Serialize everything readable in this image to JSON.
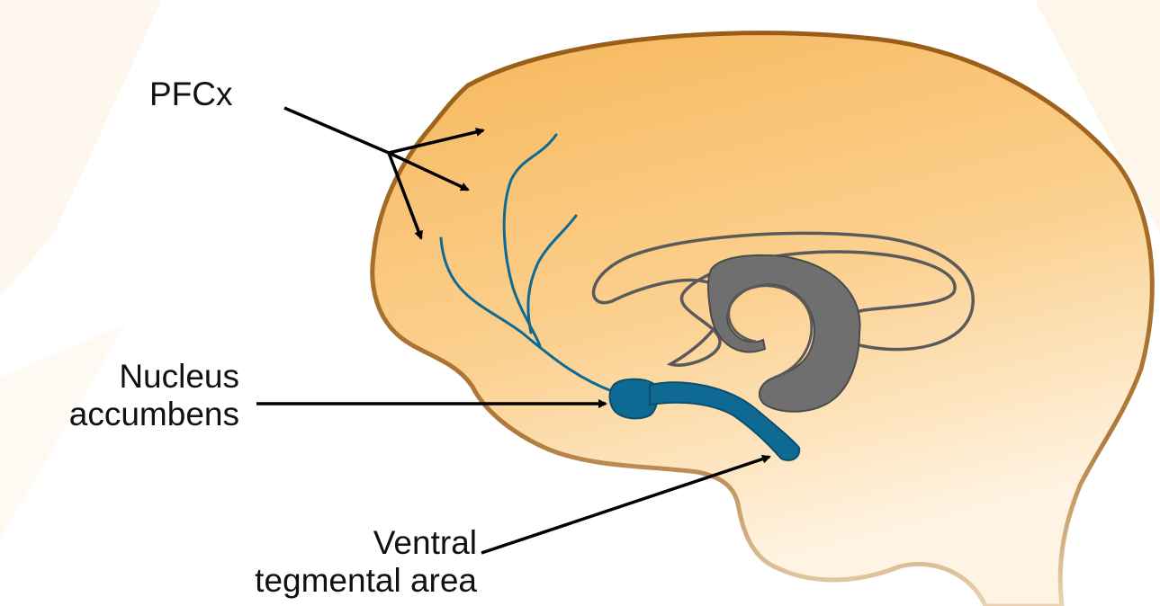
{
  "labels": {
    "pfcx": "PFCx",
    "nucleus_accumbens": [
      "Nucleus",
      "accumbens"
    ],
    "ventral_tegmental_area": [
      "Ventral",
      "tegmental area"
    ]
  },
  "colors": {
    "brain_fill": "#f8c46e",
    "brain_outline": "#9a5d17",
    "pathway": "#0e6a93",
    "limbic_outline": "#5a5a5a",
    "limbic_fill": "#6f6f6f",
    "arrow": "#000000"
  }
}
